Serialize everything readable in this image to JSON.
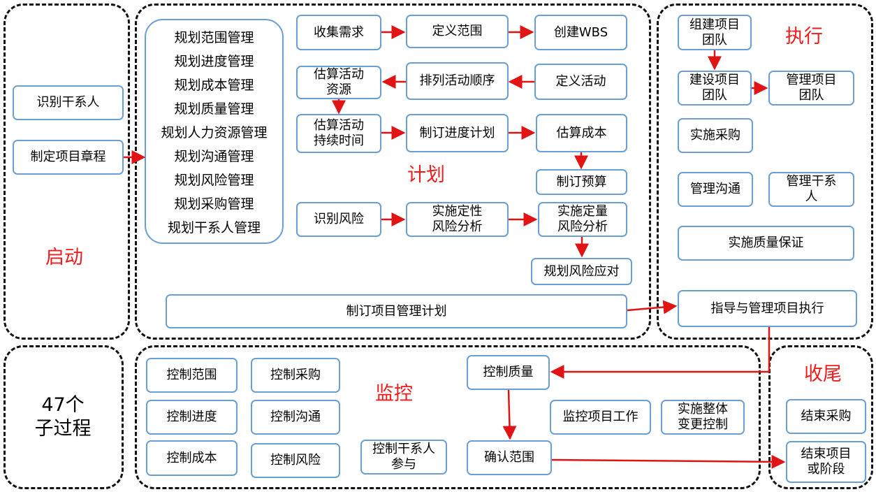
{
  "titles": {
    "initiate": "启动",
    "plan": "计划",
    "execute": "执行",
    "monitor": "监控",
    "close": "收尾"
  },
  "total": "47个\n子过程",
  "initiate": {
    "identify_stakeholders": "识别干系人",
    "develop_charter": "制定项目章程"
  },
  "plan": {
    "list": [
      "规划范围管理",
      "规划进度管理",
      "规划成本管理",
      "规划质量管理",
      "规划人力资源管理",
      "规划沟通管理",
      "规划风险管理",
      "规划采购管理",
      "规划干系人管理"
    ],
    "collect_requirements": "收集需求",
    "define_scope": "定义范围",
    "create_wbs": "创建WBS",
    "estimate_resources": "估算活动\n资源",
    "sequence_activities": "排列活动顺序",
    "define_activities": "定义活动",
    "estimate_durations": "估算活动\n持续时间",
    "develop_schedule": "制订进度计划",
    "estimate_costs": "估算成本",
    "determine_budget": "制订预算",
    "identify_risks": "识别风险",
    "qualitative_risk": "实施定性\n风险分析",
    "quantitative_risk": "实施定量\n风险分析",
    "plan_risk_responses": "规划风险应对",
    "develop_pm_plan": "制订项目管理计划"
  },
  "execute": {
    "acquire_team": "组建项目\n团队",
    "develop_team": "建设项目\n团队",
    "manage_team": "管理项目\n团队",
    "conduct_procurements": "实施采购",
    "manage_communications": "管理沟通",
    "manage_stakeholders": "管理干系\n人",
    "quality_assurance": "实施质量保证",
    "direct_manage_work": "指导与管理项目执行"
  },
  "monitor": {
    "control_scope": "控制范围",
    "control_procurements": "控制采购",
    "control_schedule": "控制进度",
    "control_communications": "控制沟通",
    "control_costs": "控制成本",
    "control_risks": "控制风险",
    "control_stakeholder": "控制干系人\n参与",
    "control_quality": "控制质量",
    "validate_scope": "确认范围",
    "monitor_work": "监控项目工作",
    "integrated_change_control": "实施整体\n变更控制"
  },
  "close": {
    "close_procurements": "结束采购",
    "close_project": "结束项目\n或阶段"
  },
  "colors": {
    "title": "#ee1c1c",
    "box_border": "#6a9fd4",
    "arrow": "#e01414",
    "region_border": "#111111"
  }
}
